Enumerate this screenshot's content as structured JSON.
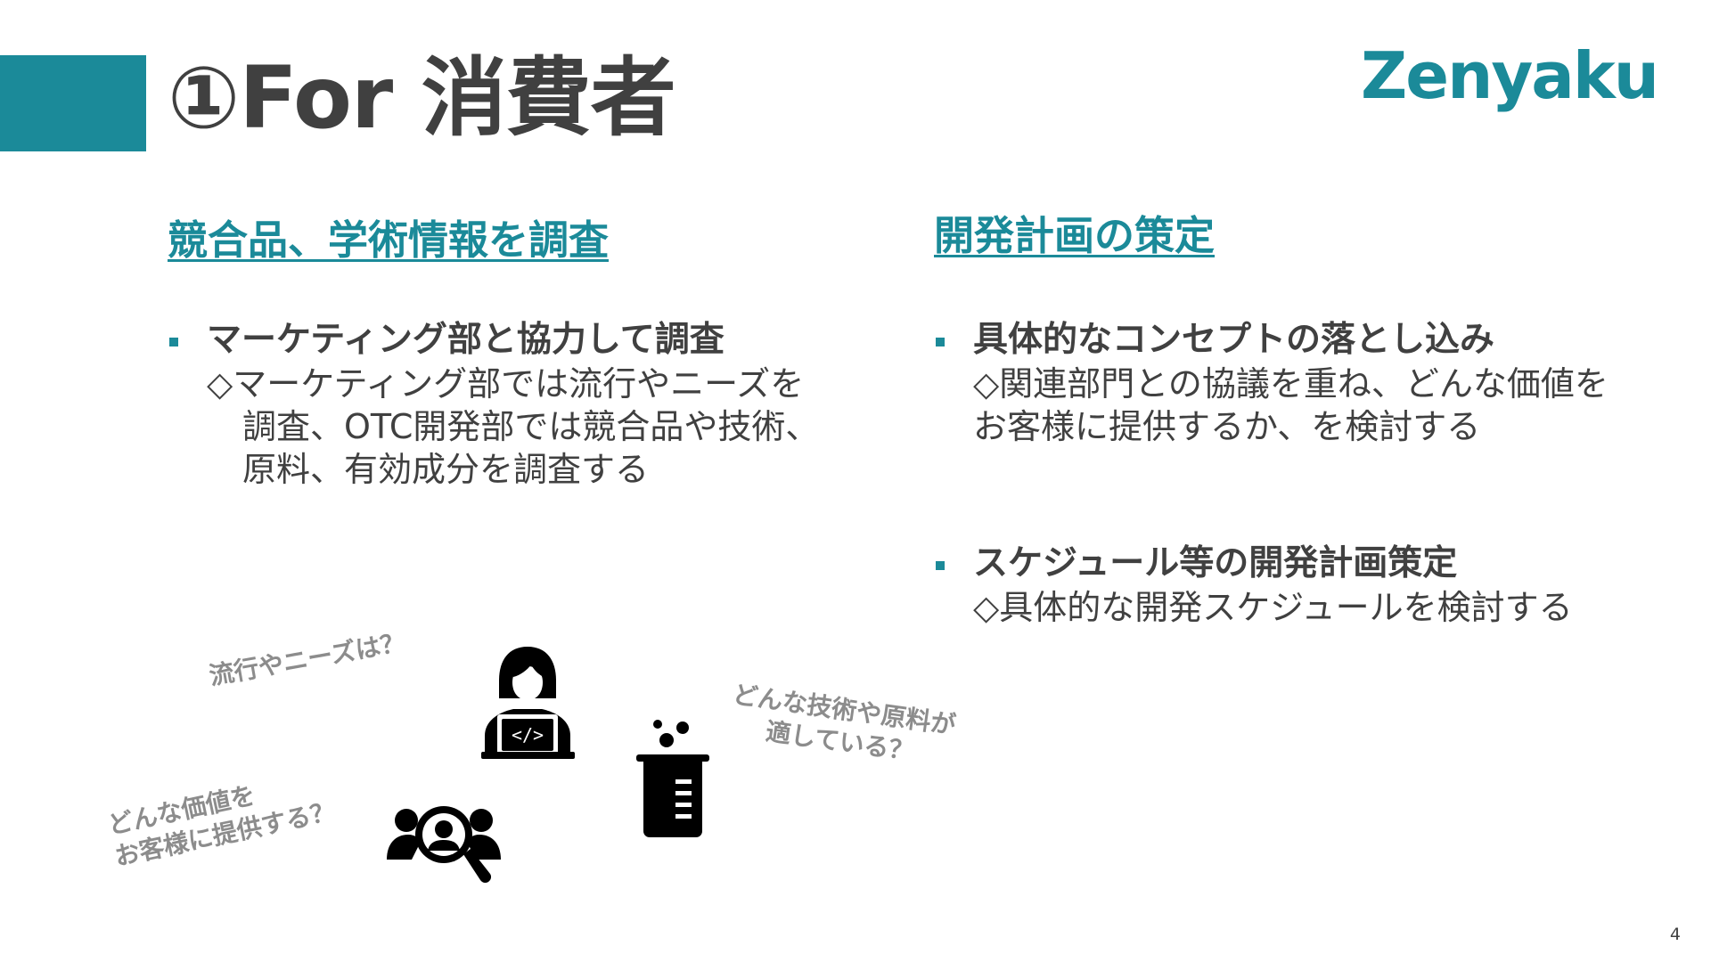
{
  "theme": {
    "accent": "#1b8a99",
    "text": "#404040",
    "caption": "#8c8c8c"
  },
  "header": {
    "title": "①For 消費者",
    "logo": "Zenyaku"
  },
  "left": {
    "heading": "競合品、学術情報を調査",
    "bullets": [
      {
        "title": "マーケティング部と協力して調査",
        "lines": [
          "◇マーケティング部では流行やニーズを",
          "調査、OTC開発部では競合品や技術、",
          "原料、有効成分を調査する"
        ]
      }
    ]
  },
  "right": {
    "heading": "開発計画の策定",
    "bullets": [
      {
        "title": "具体的なコンセプトの落とし込み",
        "lines": [
          "◇関連部門との協議を重ね、どんな価値を",
          "お客様に提供するか、を検討する"
        ]
      },
      {
        "title": "スケジュール等の開発計画策定",
        "lines": [
          "◇具体的な開発スケジュールを検討する"
        ]
      }
    ]
  },
  "captions": {
    "trends": "流行やニーズは？",
    "tech_line1": "どんな技術や原料が",
    "tech_line2": "適している？",
    "value_line1": "どんな価値を",
    "value_line2": "お客様に提供する？"
  },
  "icons": {
    "developer": "developer-laptop-icon",
    "flask": "lab-beaker-icon",
    "research": "user-research-icon"
  },
  "page_number": "4"
}
